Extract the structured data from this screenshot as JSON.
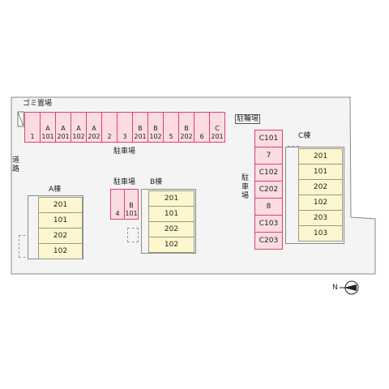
{
  "labels": {
    "garbage": "ゴミ置場",
    "bicycle": "駐輪場",
    "parking_top": "駐車場",
    "parking_mid": "駐車場",
    "parking_right": "駐車場",
    "road": "道路",
    "building_a": "A棟",
    "building_b": "B棟",
    "building_c": "C棟"
  },
  "top_slots": [
    {
      "line1": "",
      "line2": "1"
    },
    {
      "line1": "A",
      "line2": "101"
    },
    {
      "line1": "A",
      "line2": "201"
    },
    {
      "line1": "A",
      "line2": "102"
    },
    {
      "line1": "A",
      "line2": "202"
    },
    {
      "line1": "",
      "line2": "2"
    },
    {
      "line1": "",
      "line2": "3"
    },
    {
      "line1": "B",
      "line2": "201"
    },
    {
      "line1": "B",
      "line2": "102"
    },
    {
      "line1": "",
      "line2": "5"
    },
    {
      "line1": "B",
      "line2": "202"
    },
    {
      "line1": "",
      "line2": "6"
    },
    {
      "line1": "C",
      "line2": "201"
    }
  ],
  "mid_slots": [
    {
      "line1": "",
      "line2": "4"
    },
    {
      "line1": "B",
      "line2": "101"
    }
  ],
  "right_slots": [
    "C101",
    "7",
    "C102",
    "C202",
    "8",
    "C103",
    "C203"
  ],
  "building_a_units": [
    "201",
    "101",
    "202",
    "102"
  ],
  "building_b_units": [
    "201",
    "101",
    "202",
    "102"
  ],
  "building_c_units": [
    "201",
    "101",
    "202",
    "102",
    "203",
    "103"
  ],
  "compass": {
    "label": "N"
  },
  "colors": {
    "parking_fill": "#fbdce3",
    "parking_border": "#e04466",
    "unit_fill": "#fdf7cf",
    "site_fill": "#f4f4f4"
  }
}
